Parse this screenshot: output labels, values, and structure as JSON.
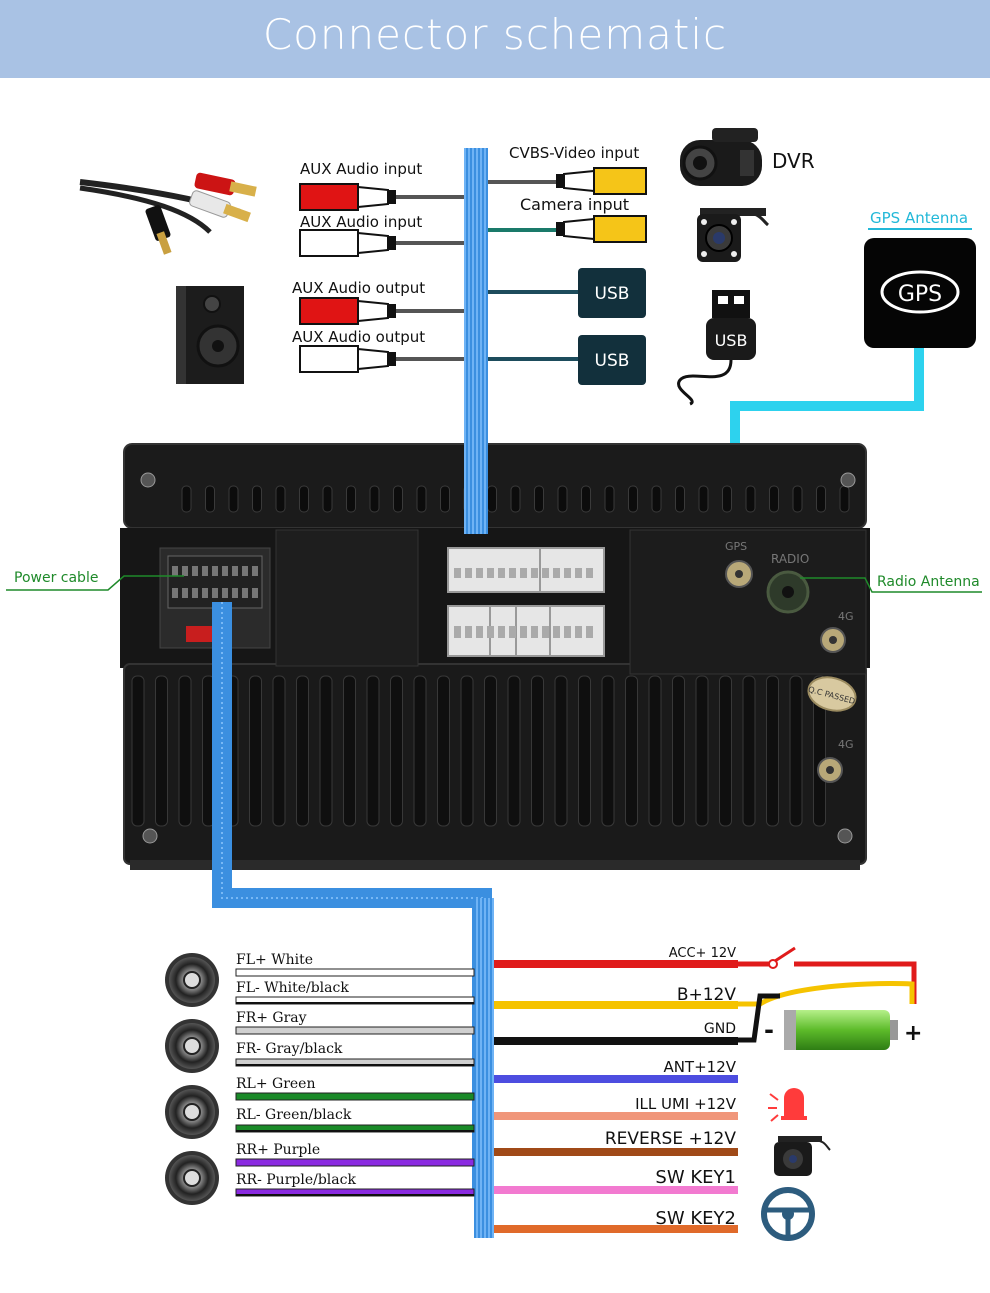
{
  "header": {
    "title": "Connector schematic"
  },
  "top": {
    "aux_in_1": "AUX Audio input",
    "aux_in_2": "AUX Audio input",
    "aux_out_1": "AUX Audio output",
    "aux_out_2": "AUX Audio output",
    "cvbs": "CVBS-Video input",
    "camera": "Camera   input",
    "dvr": "DVR",
    "usb_1": "USB",
    "usb_2": "USB",
    "usb_stick": "USB",
    "gps_antenna": "GPS Antenna",
    "gps_box": "GPS"
  },
  "unit": {
    "power_cable": "Power cable",
    "radio_antenna": "Radio Antenna",
    "gps_port": "GPS",
    "radio_port": "RADIO",
    "port_4g_1": "4G",
    "port_4g_2": "4G",
    "qc_stamp": "Q.C PASSED"
  },
  "speakers": [
    "FL+ White",
    "FL- White/black",
    "FR+ Gray",
    "FR- Gray/black",
    "RL+ Green",
    "RL- Green/black",
    "RR+ Purple",
    "RR- Purple/black"
  ],
  "power_wires": [
    {
      "label": "ACC+   12V",
      "color": "#e01b1b"
    },
    {
      "label": "B+12V",
      "color": "#f5c300"
    },
    {
      "label": "GND",
      "color": "#111111"
    },
    {
      "label": "ANT+12V",
      "color": "#4d4de0"
    },
    {
      "label": "ILL  UMI  +12V",
      "color": "#f0967a"
    },
    {
      "label": "REVERSE +12V",
      "color": "#a04a18"
    },
    {
      "label": "SW KEY1",
      "color": "#f27ad0"
    },
    {
      "label": "SW KEY2",
      "color": "#e06a2a"
    }
  ],
  "battery": {
    "minus": "-",
    "plus": "+"
  },
  "colors": {
    "header": "#a9c2e4",
    "bus": "#3b8fe0",
    "gps_cable": "#2dd2ee",
    "unit_body": "#1b1b1b",
    "usb_box": "#12303c",
    "rca_red": "#e01414",
    "rca_yellow": "#f5c518"
  }
}
